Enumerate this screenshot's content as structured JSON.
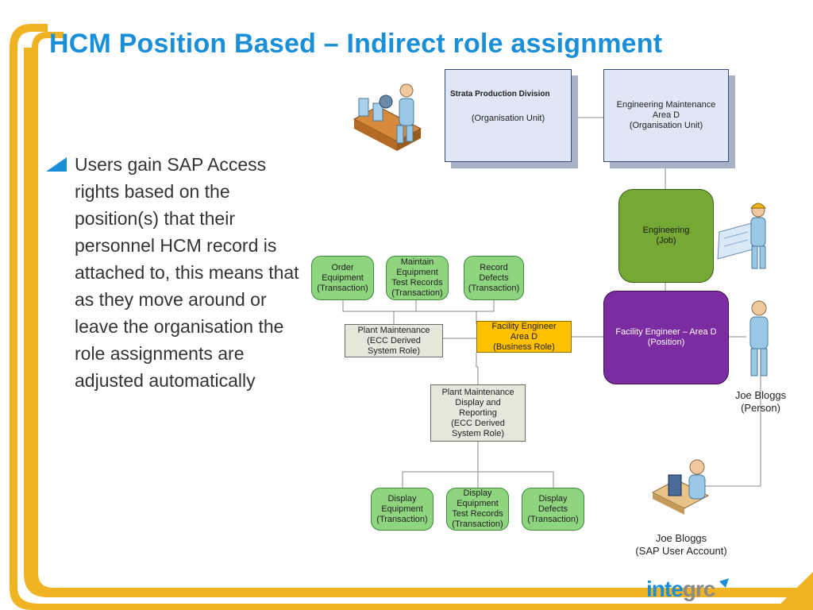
{
  "slide": {
    "title": "HCM Position Based – Indirect role assignment",
    "bullet": "Users gain SAP Access rights based on the position(s) that their personnel HCM record is attached to, this means that as they move around or leave the organisation the role assignments are adjusted automatically"
  },
  "diagram": {
    "org1": {
      "name": "Strata Production Division",
      "type": "(Organisation Unit)"
    },
    "org2": {
      "line1": "Engineering Maintenance",
      "line2": "Area D",
      "type": "(Organisation Unit)"
    },
    "job": {
      "name": "Engineering",
      "type": "(Job)"
    },
    "position": {
      "name": "Facility Engineer – Area D",
      "type": "(Position)"
    },
    "business_role": {
      "line1": "Facility Engineer",
      "line2": "Area D",
      "type": "(Business Role)"
    },
    "sys_role1": {
      "line1": "Plant Maintenance",
      "line2": "(ECC Derived",
      "line3": "System Role)"
    },
    "sys_role2": {
      "line1": "Plant Maintenance",
      "line2": "Display and",
      "line3": "Reporting",
      "line4": "(ECC Derived",
      "line5": "System Role)"
    },
    "tx_top": [
      {
        "line1": "Order",
        "line2": "Equipment",
        "line3": "(Transaction)"
      },
      {
        "line1": "Maintain",
        "line2": "Equipment",
        "line3": "Test Records",
        "line4": "(Transaction)"
      },
      {
        "line1": "Record",
        "line2": "Defects",
        "line3": "(Transaction)"
      }
    ],
    "tx_bottom": [
      {
        "line1": "Display",
        "line2": "Equipment",
        "line3": "(Transaction)"
      },
      {
        "line1": "Display",
        "line2": "Equipment",
        "line3": "Test Records",
        "line4": "(Transaction)"
      },
      {
        "line1": "Display",
        "line2": "Defects",
        "line3": "(Transaction)"
      }
    ],
    "person": {
      "name": "Joe Bloggs",
      "type": "(Person)"
    },
    "account": {
      "name": "Joe Bloggs",
      "type": "(SAP User Account)"
    }
  },
  "logo": {
    "part1": "inte",
    "part2": "grc"
  },
  "colors": {
    "title": "#1a8fd8",
    "frame": "#f0b323",
    "position": "#7a2ca0",
    "job": "#76a836",
    "business_role": "#ffc000"
  },
  "icons": [
    "factory-worker-icon",
    "engineer-blueprint-icon",
    "person-icon",
    "computer-user-icon"
  ]
}
